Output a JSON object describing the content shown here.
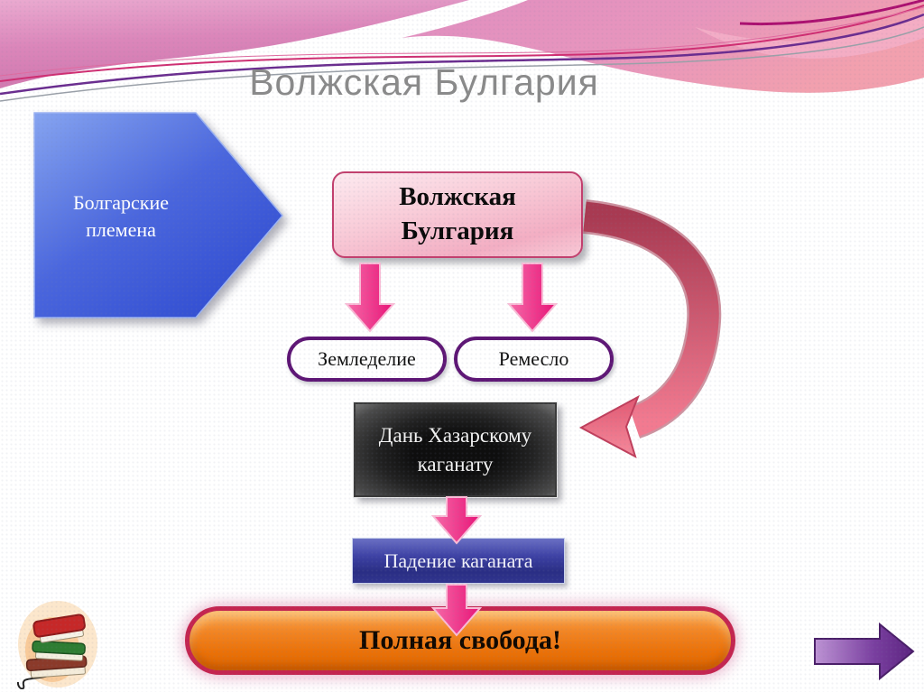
{
  "title": "Волжская Булгария",
  "diagram": {
    "tribes_pentagon": {
      "lines": [
        "Болгарские",
        "племена"
      ]
    },
    "main_box": {
      "lines": [
        "Волжская",
        "Булгария"
      ]
    },
    "agriculture_oval": {
      "text": "Земледелие"
    },
    "craft_oval": {
      "text": "Ремесло"
    },
    "tribute_box": {
      "lines": [
        "Дань Хазарскому",
        "каганату"
      ]
    },
    "fall_box": {
      "text": "Падение каганата"
    },
    "freedom_oval": {
      "text": "Полная свобода!"
    }
  },
  "icons": {
    "books": "books-icon",
    "next_arrow": "next-arrow-icon"
  },
  "colors": {
    "title_text": "#8a8a8a",
    "header_pink": "#dd86ba",
    "accent_crimson_line": "#cf2e72",
    "accent_purple_line": "#6a2d8f",
    "pentagon_blue": "#3b5bd6",
    "main_box_fill": "#f6bccd",
    "main_box_border": "#c2406e",
    "straight_arrow_magenta": "#ee2f82",
    "oval_border_purple": "#5e1675",
    "curved_arrow_dark": "#a83a52",
    "curved_arrow_light": "#f27a90",
    "tribute_box_dark": "#141414",
    "fall_box_blue": "#34389b",
    "freedom_orange": "#f28524",
    "freedom_border": "#c42550",
    "next_arrow_purple": "#7a3fa0"
  }
}
